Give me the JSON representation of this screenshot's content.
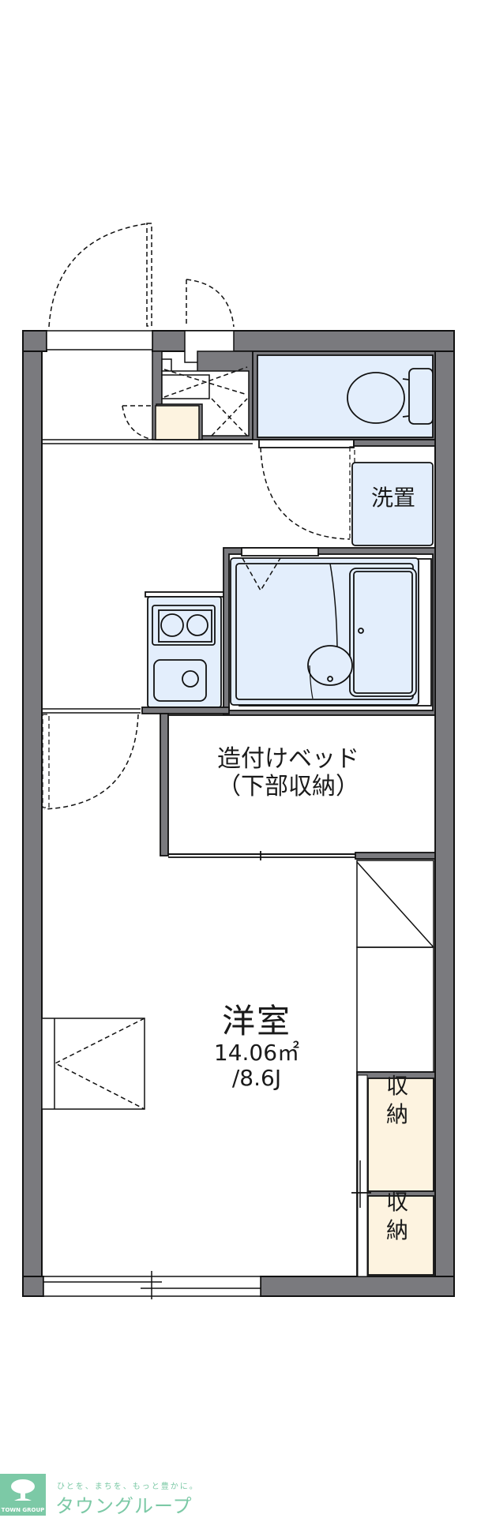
{
  "floorplan": {
    "colors": {
      "wall": "#7a7a7e",
      "outline": "#111111",
      "wet_area": "#e3eefc",
      "storage": "#fdf3e0",
      "background": "#ffffff"
    },
    "rooms": {
      "main": {
        "name": "洋室",
        "area": "14.06㎡",
        "jo": "/8.6J"
      },
      "built_in_bed": {
        "line1": "造付けベッド",
        "line2": "（下部収納）"
      },
      "washer_space": {
        "label": "洗置"
      },
      "storage_1": {
        "line1": "収",
        "line2": "納"
      },
      "storage_2": {
        "line1": "収",
        "line2": "納"
      }
    },
    "fixtures": [
      "toilet-icon",
      "unit-bath-icon",
      "washbasin-icon",
      "kitchen-stove-icon",
      "kitchen-sink-icon",
      "shoe-box",
      "loft-ladder"
    ]
  },
  "footer": {
    "logo_text": "TOWN GROUP",
    "tagline": "ひとを、まちを、もっと豊かに。",
    "brand": "タウングループ",
    "brand_color": "#7cc9a6"
  }
}
